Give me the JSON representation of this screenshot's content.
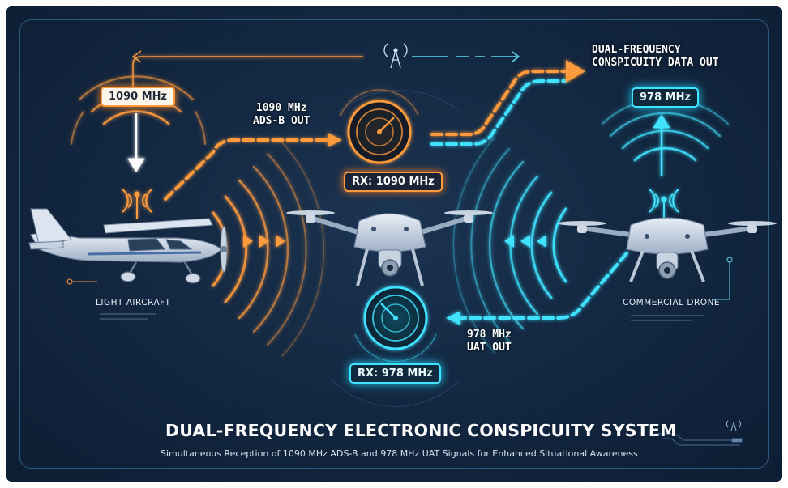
{
  "diagram": {
    "title": "DUAL-FREQUENCY ELECTRONIC CONSPICUITY SYSTEM",
    "subtitle": "Simultaneous Reception of 1090 MHz ADS-B and 978 MHz UAT Signals for Enhanced Situational Awareness",
    "output_label_line1": "DUAL-FREQUENCY",
    "output_label_line2": "CONSPICUITY DATA OUT",
    "aircraft": {
      "freq_tag": "1090 MHz",
      "name": "LIGHT AIRCRAFT",
      "out_label_line1": "1090 MHz",
      "out_label_line2": "ADS-B OUT"
    },
    "drone": {
      "freq_tag": "978 MHz",
      "name": "COMMERCIAL DRONE",
      "out_label_line1": "978 MHz",
      "out_label_line2": "UAT OUT"
    },
    "receivers": [
      {
        "label": "RX: 1090 MHz"
      },
      {
        "label": "RX: 978 MHz"
      }
    ],
    "colors": {
      "adsb_orange": "#ff9a3c",
      "uat_cyan": "#3fe2ff",
      "background": "#132842"
    },
    "icons": [
      "antenna-icon",
      "radar-icon",
      "airplane-icon",
      "drone-icon"
    ]
  }
}
